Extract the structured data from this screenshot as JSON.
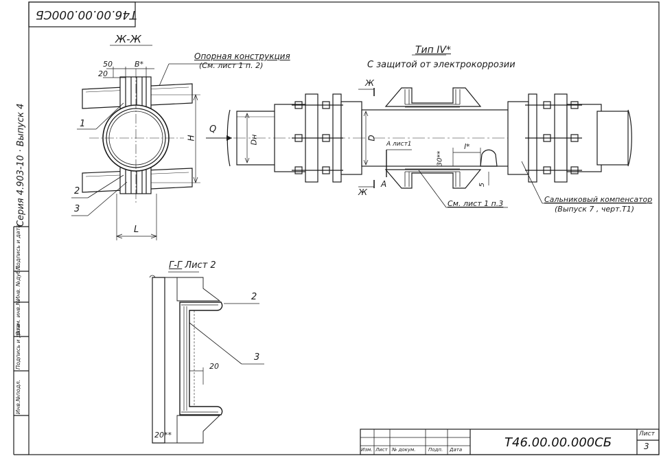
{
  "header": {
    "mirrored_code": "Т46.00.00.000СБ"
  },
  "side_strip": {
    "series": "Серия 4.903-10",
    "issue": "Выпуск 4",
    "fields": [
      "Подпись и дата",
      "Инв. №дубл.",
      "Взам. инв.№",
      "Подпись и дата",
      "Инв.№подл."
    ]
  },
  "section_zh": {
    "title": "Ж-Ж",
    "support_label": "Опорная  конструкция",
    "support_ref": "(См. лист 1  п. 2)",
    "dim_50": "50",
    "dim_20": "20",
    "dim_B": "В*",
    "dim_H": "Н",
    "dim_L": "L",
    "pos_1": "1",
    "pos_2": "2",
    "pos_3": "3"
  },
  "main_view": {
    "type_label": "Тип IV*",
    "subtitle": "С защитой  от  электрокоррозии",
    "flow": "Q",
    "dn": "Dн",
    "d": "D",
    "cut_zh": "Ж",
    "cut_a": "А",
    "ref_a": "А лист1",
    "dim_30": "30**",
    "dim_l": "l*",
    "dim_5": "5",
    "see_ref": "См. лист 1 п.3",
    "compensator": "Сальниковый  компенсатор",
    "compensator_ref": "(Выпуск 7 , черт.Т1)"
  },
  "section_gg": {
    "title": "Г-Г",
    "sheet_ref": "Лист 2",
    "pos_2": "2",
    "pos_3": "3",
    "dim_20": "20",
    "dim_20b": "20**"
  },
  "title_block": {
    "cols": [
      "Изм.",
      "Лист",
      "№ докум.",
      "Подп.",
      "Дата"
    ],
    "code": "Т46.00.00.000СБ",
    "sheet_label": "Лист",
    "sheet_no": "3"
  }
}
